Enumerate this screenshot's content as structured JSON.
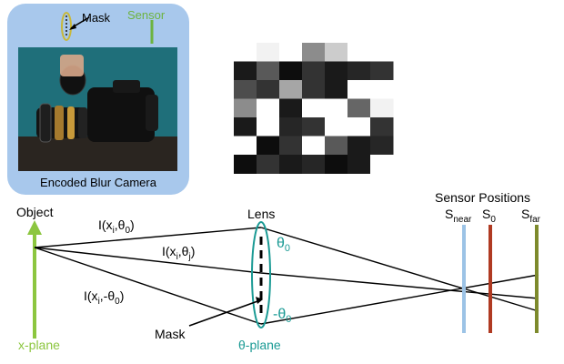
{
  "camera_panel": {
    "caption": "Encoded Blur Camera",
    "mask_label": "Mask",
    "sensor_label": "Sensor",
    "photo_description": "camera-with-coded-aperture-mask-photo"
  },
  "mask_pattern": {
    "rows": 7,
    "cols": 7,
    "cells": [
      [
        1.0,
        0.95,
        1.0,
        0.55,
        0.8,
        1.0,
        1.0
      ],
      [
        0.1,
        0.35,
        0.05,
        0.2,
        0.1,
        0.15,
        0.2
      ],
      [
        0.3,
        0.2,
        0.65,
        0.2,
        0.1,
        1.0,
        1.0
      ],
      [
        0.55,
        1.0,
        0.1,
        1.0,
        1.0,
        0.4,
        0.95
      ],
      [
        0.1,
        1.0,
        0.15,
        0.2,
        1.0,
        1.0,
        0.2
      ],
      [
        1.0,
        0.05,
        0.2,
        1.0,
        0.35,
        0.1,
        0.15
      ],
      [
        0.05,
        0.2,
        0.1,
        0.15,
        0.05,
        0.1,
        1.0
      ]
    ]
  },
  "diagram": {
    "object_label": "Object",
    "xplane_label": "x-plane",
    "lens_label": "Lens",
    "thetaplane_label": "θ-plane",
    "mask_label": "Mask",
    "sensor_positions_label": "Sensor Positions",
    "theta0_label": "θ",
    "theta0_sub": "0",
    "neg_theta0_label": "-θ",
    "neg_theta0_sub": "0",
    "sensors": [
      {
        "label": "S",
        "sub": "near",
        "color": "#9cc3e6"
      },
      {
        "label": "S",
        "sub": "0",
        "color": "#b03a22"
      },
      {
        "label": "S",
        "sub": "far",
        "color": "#7d8a2c"
      }
    ],
    "rays": [
      {
        "label": "I(x",
        "sub1": "i",
        "mid": ",θ",
        "sub2": "0",
        "end": ")"
      },
      {
        "label": "I(x",
        "sub1": "i",
        "mid": ",θ",
        "sub2": "j",
        "end": ")"
      },
      {
        "label": "I(x",
        "sub1": "i",
        "mid": ",-θ",
        "sub2": "0",
        "end": ")"
      }
    ],
    "colors": {
      "object": "#8cc63f",
      "lens": "#1a9a94",
      "panel_bg": "#a8c8ec",
      "sensor_green": "#6db33f"
    }
  }
}
